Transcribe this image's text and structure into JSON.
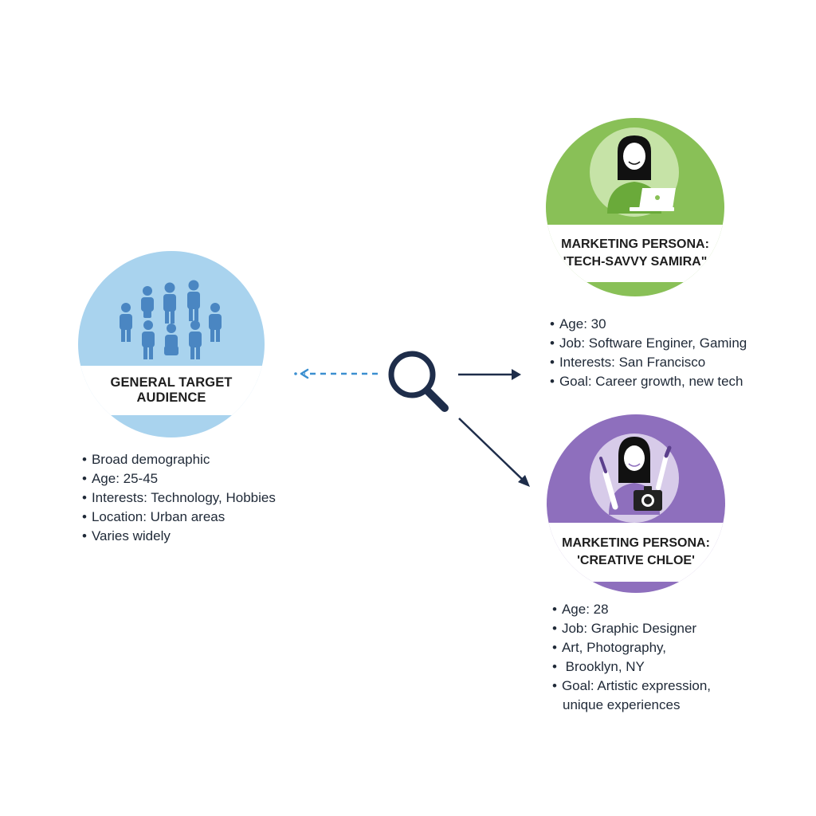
{
  "audience": {
    "title": "GENERAL TARGET AUDIENCE",
    "icon": "people-group-icon",
    "color": "#a9d3ee",
    "bullets": [
      "Broad demographic",
      "Age: 25-45",
      "Interests: Technology, Hobbies",
      "Location: Urban areas",
      "Varies widely"
    ]
  },
  "connector": {
    "icon": "magnifying-glass-icon",
    "color": "#1e2d4a",
    "dashed_color": "#3b8fd0"
  },
  "samira": {
    "title_line1": "MARKETING PERSONA:",
    "title_line2": "'TECH-SAVVY SAMIRA\"",
    "icon": "woman-with-laptop-icon",
    "color": "#89c057",
    "bullets": [
      "Age: 30",
      "Job: Software Enginer, Gaming",
      "Interests: San Francisco",
      "Goal: Career growth, new tech"
    ]
  },
  "chloe": {
    "title_line1": "MARKETING PERSONA:",
    "title_line2": "'CREATIVE CHLOE'",
    "icon": "woman-with-paintbrush-camera-icon",
    "color": "#8e6fbd",
    "bullets": [
      "Age: 28",
      "Job: Graphic Designer",
      "Art, Photography,",
      " Brooklyn, NY",
      "Goal: Artistic expression,"
    ],
    "bullet_continuation": "unique experiences"
  }
}
